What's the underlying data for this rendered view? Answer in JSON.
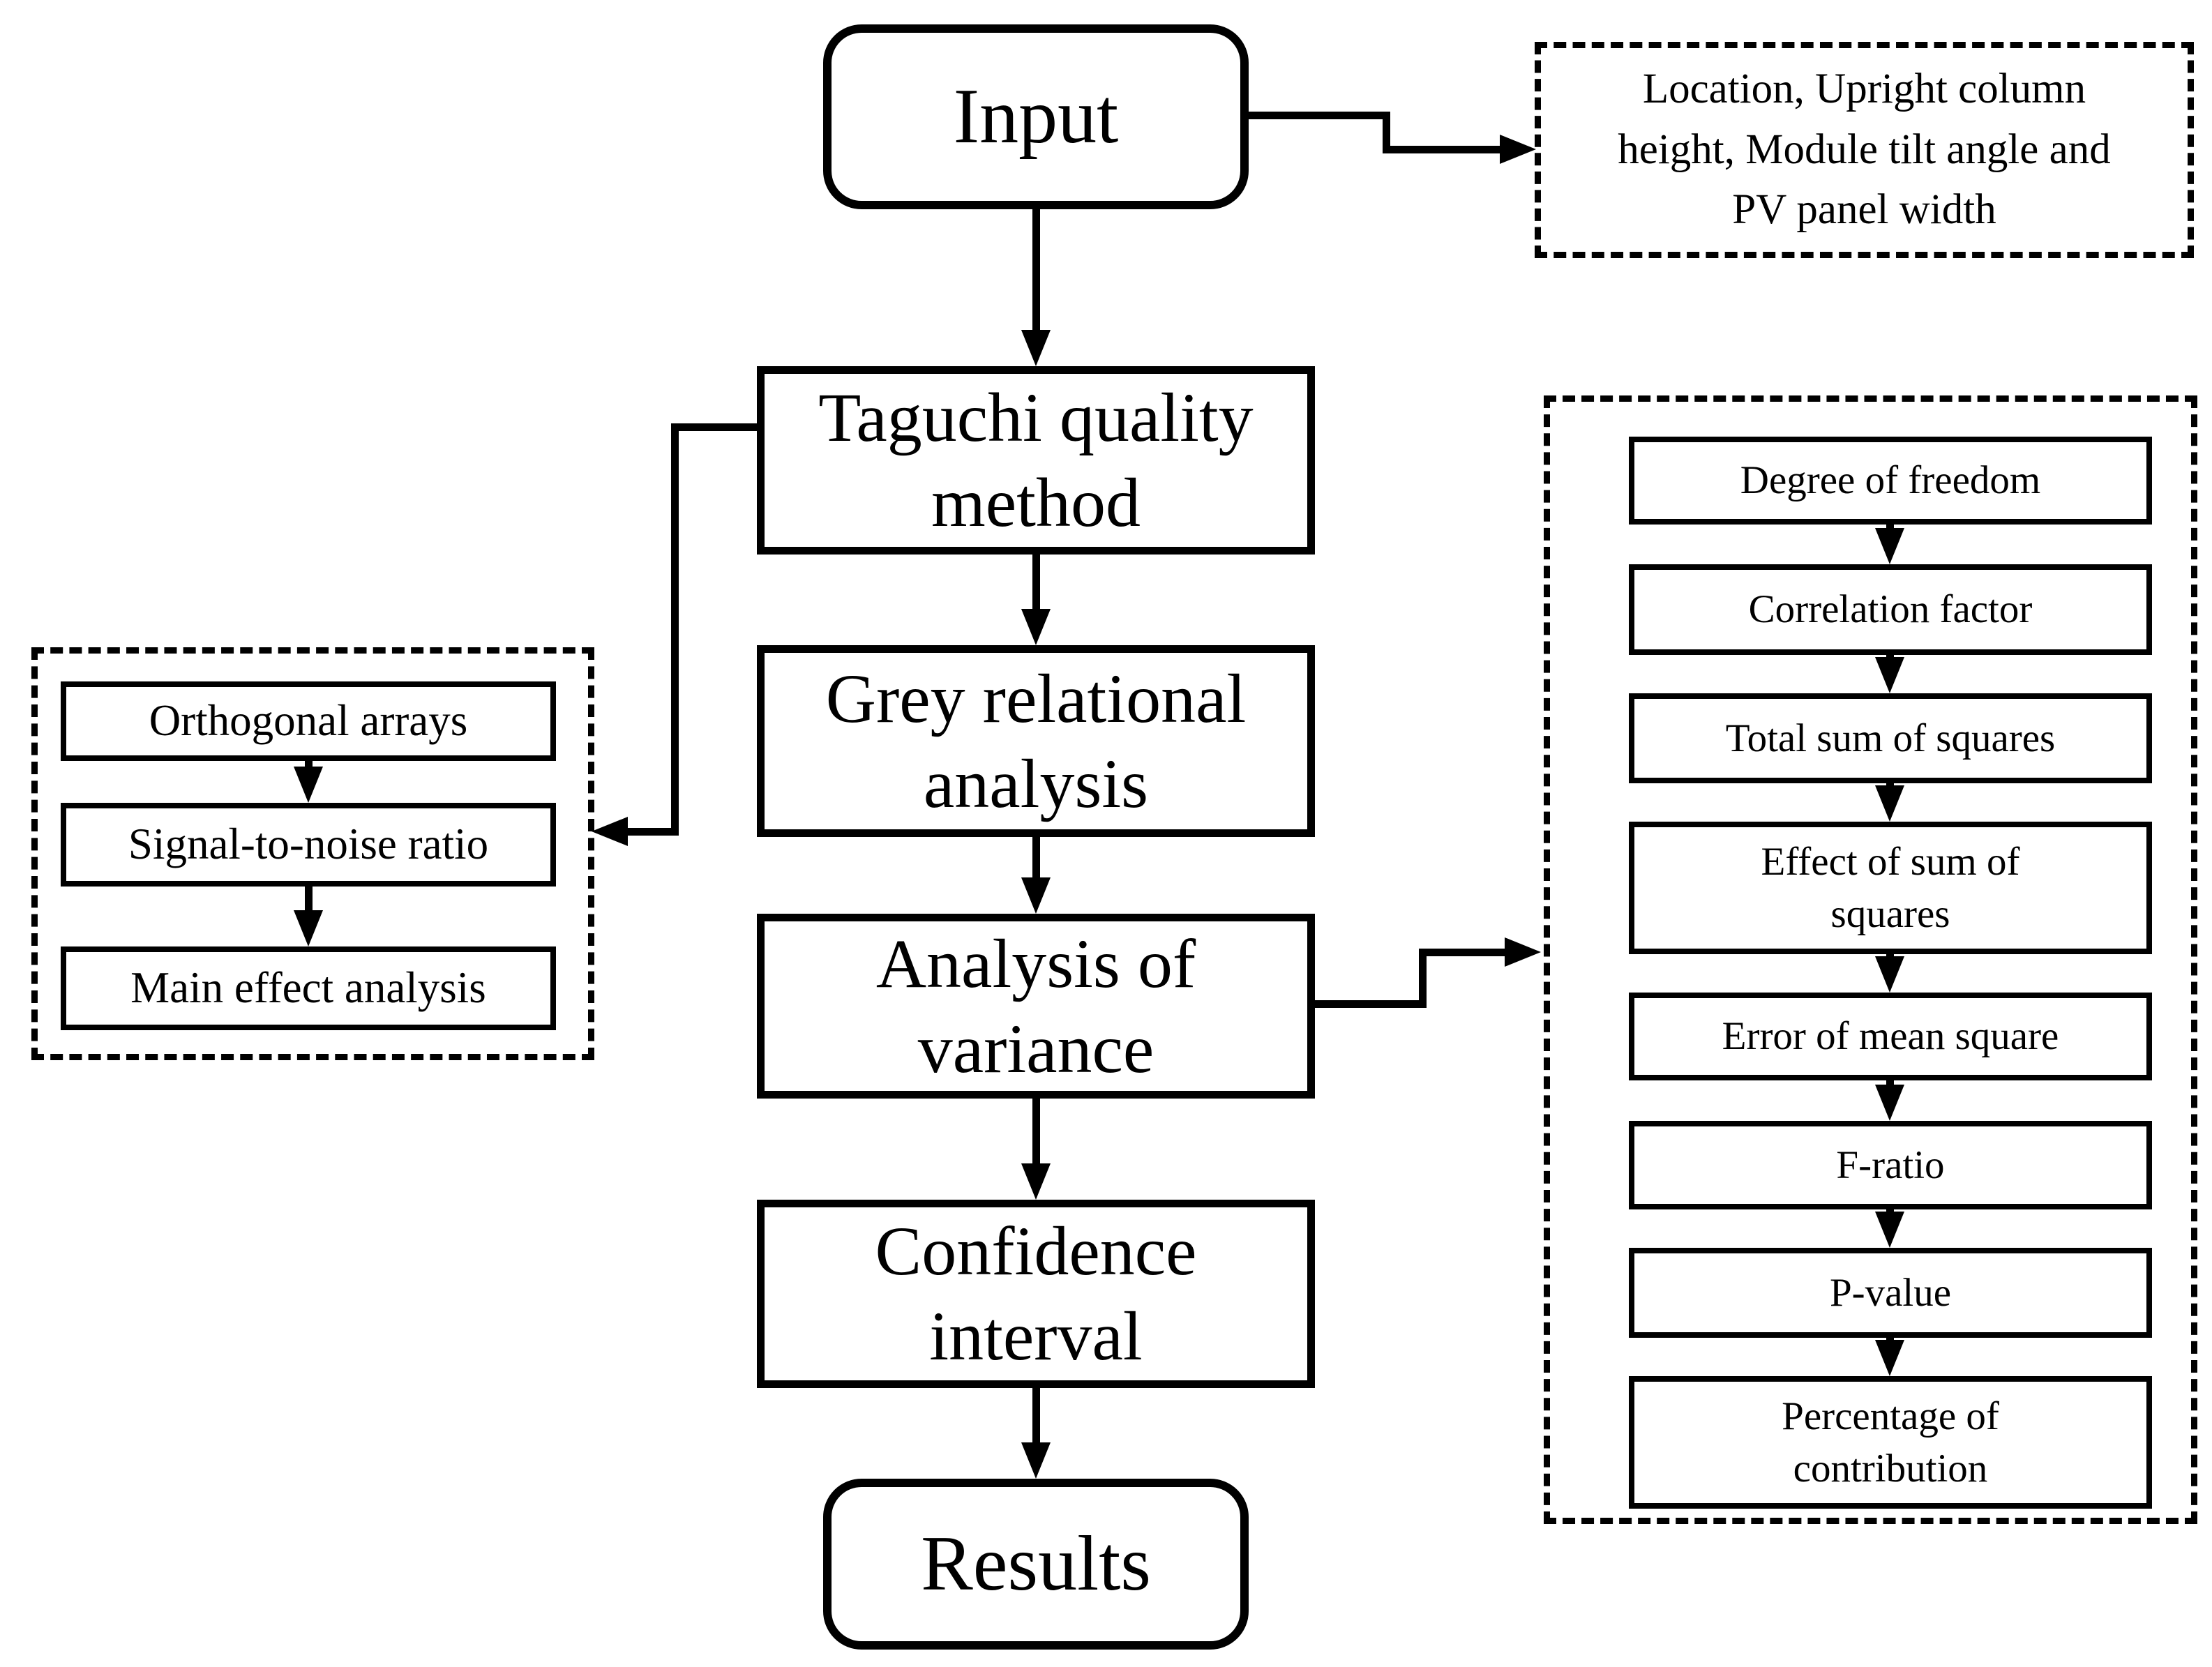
{
  "figure": {
    "colors": {
      "stroke": "#000000",
      "background": "#ffffff"
    },
    "nodes": {
      "input": {
        "label": "Input"
      },
      "taguchi": {
        "label": "Taguchi quality method"
      },
      "grey": {
        "label": "Grey relational analysis"
      },
      "anova": {
        "label": "Analysis of variance"
      },
      "confidence": {
        "label": "Confidence interval"
      },
      "results": {
        "label": "Results"
      }
    },
    "input_params": {
      "lines": [
        "Location, Upright column",
        "height, Module tilt angle and",
        "PV panel width"
      ]
    },
    "taguchi_steps": [
      "Orthogonal arrays",
      "Signal-to-noise ratio",
      "Main effect analysis"
    ],
    "anova_steps": [
      [
        "Degree of freedom"
      ],
      [
        "Correlation factor"
      ],
      [
        "Total sum of squares"
      ],
      [
        "Effect of sum of",
        "squares"
      ],
      [
        "Error of mean square"
      ],
      [
        "F-ratio"
      ],
      [
        "P-value"
      ],
      [
        "Percentage of",
        "contribution"
      ]
    ]
  }
}
